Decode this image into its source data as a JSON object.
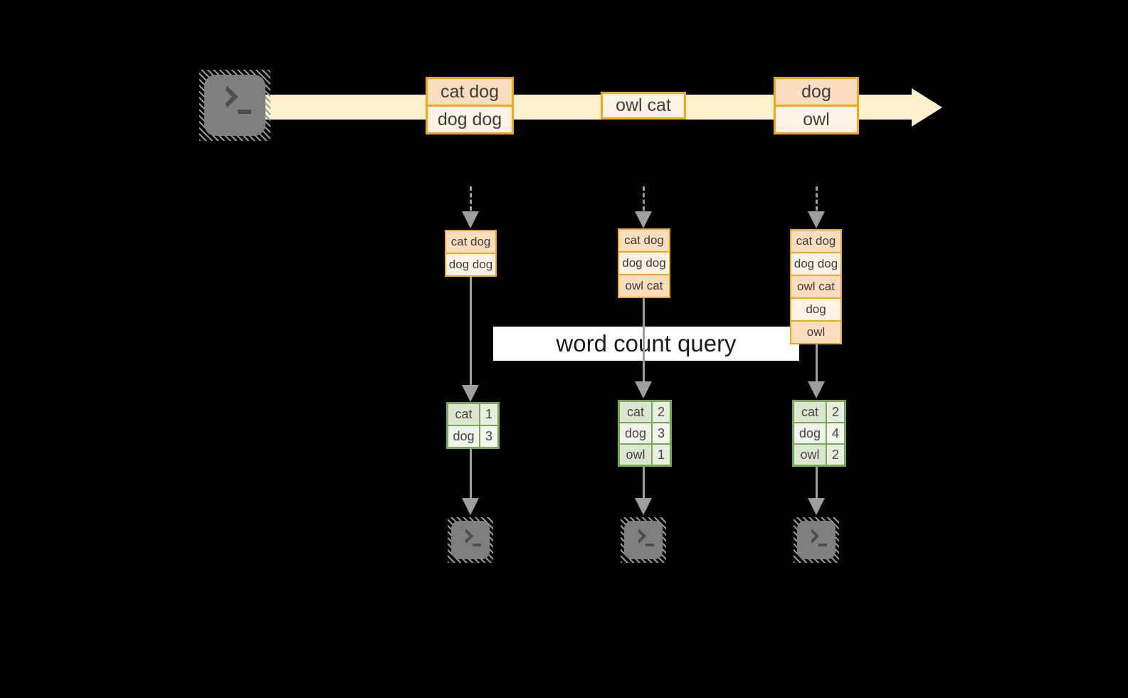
{
  "query": {
    "label": "word count query"
  },
  "stream": {
    "events": [
      [
        "cat dog",
        "dog dog"
      ],
      [
        "owl cat"
      ],
      [
        "dog",
        "owl"
      ]
    ]
  },
  "snapshots": [
    {
      "buffer": [
        "cat dog",
        "dog dog"
      ],
      "counts": [
        [
          "cat",
          "1"
        ],
        [
          "dog",
          "3"
        ]
      ]
    },
    {
      "buffer": [
        "cat dog",
        "dog dog",
        "owl cat"
      ],
      "counts": [
        [
          "cat",
          "2"
        ],
        [
          "dog",
          "3"
        ],
        [
          "owl",
          "1"
        ]
      ]
    },
    {
      "buffer": [
        "cat dog",
        "dog dog",
        "owl cat",
        "dog",
        "owl"
      ],
      "counts": [
        [
          "cat",
          "2"
        ],
        [
          "dog",
          "4"
        ],
        [
          "owl",
          "2"
        ]
      ]
    }
  ],
  "icons": {
    "terminal_glyph": "❯_"
  },
  "colors": {
    "background": "#000000",
    "stream_band": "#FCF1CC",
    "box_border": "#F0A818",
    "box_fill_peach": "#FADDBE",
    "box_fill_cream": "#FDF2E3",
    "table_border": "#76AA55",
    "table_fill_dark": "#DCE5D0",
    "table_fill_light": "#EFF3EA",
    "arrow_gray": "#9E9E9E",
    "terminal_gray": "#7F7F7F",
    "query_bg": "#FFFFFF",
    "text": "#3D3D3D"
  }
}
